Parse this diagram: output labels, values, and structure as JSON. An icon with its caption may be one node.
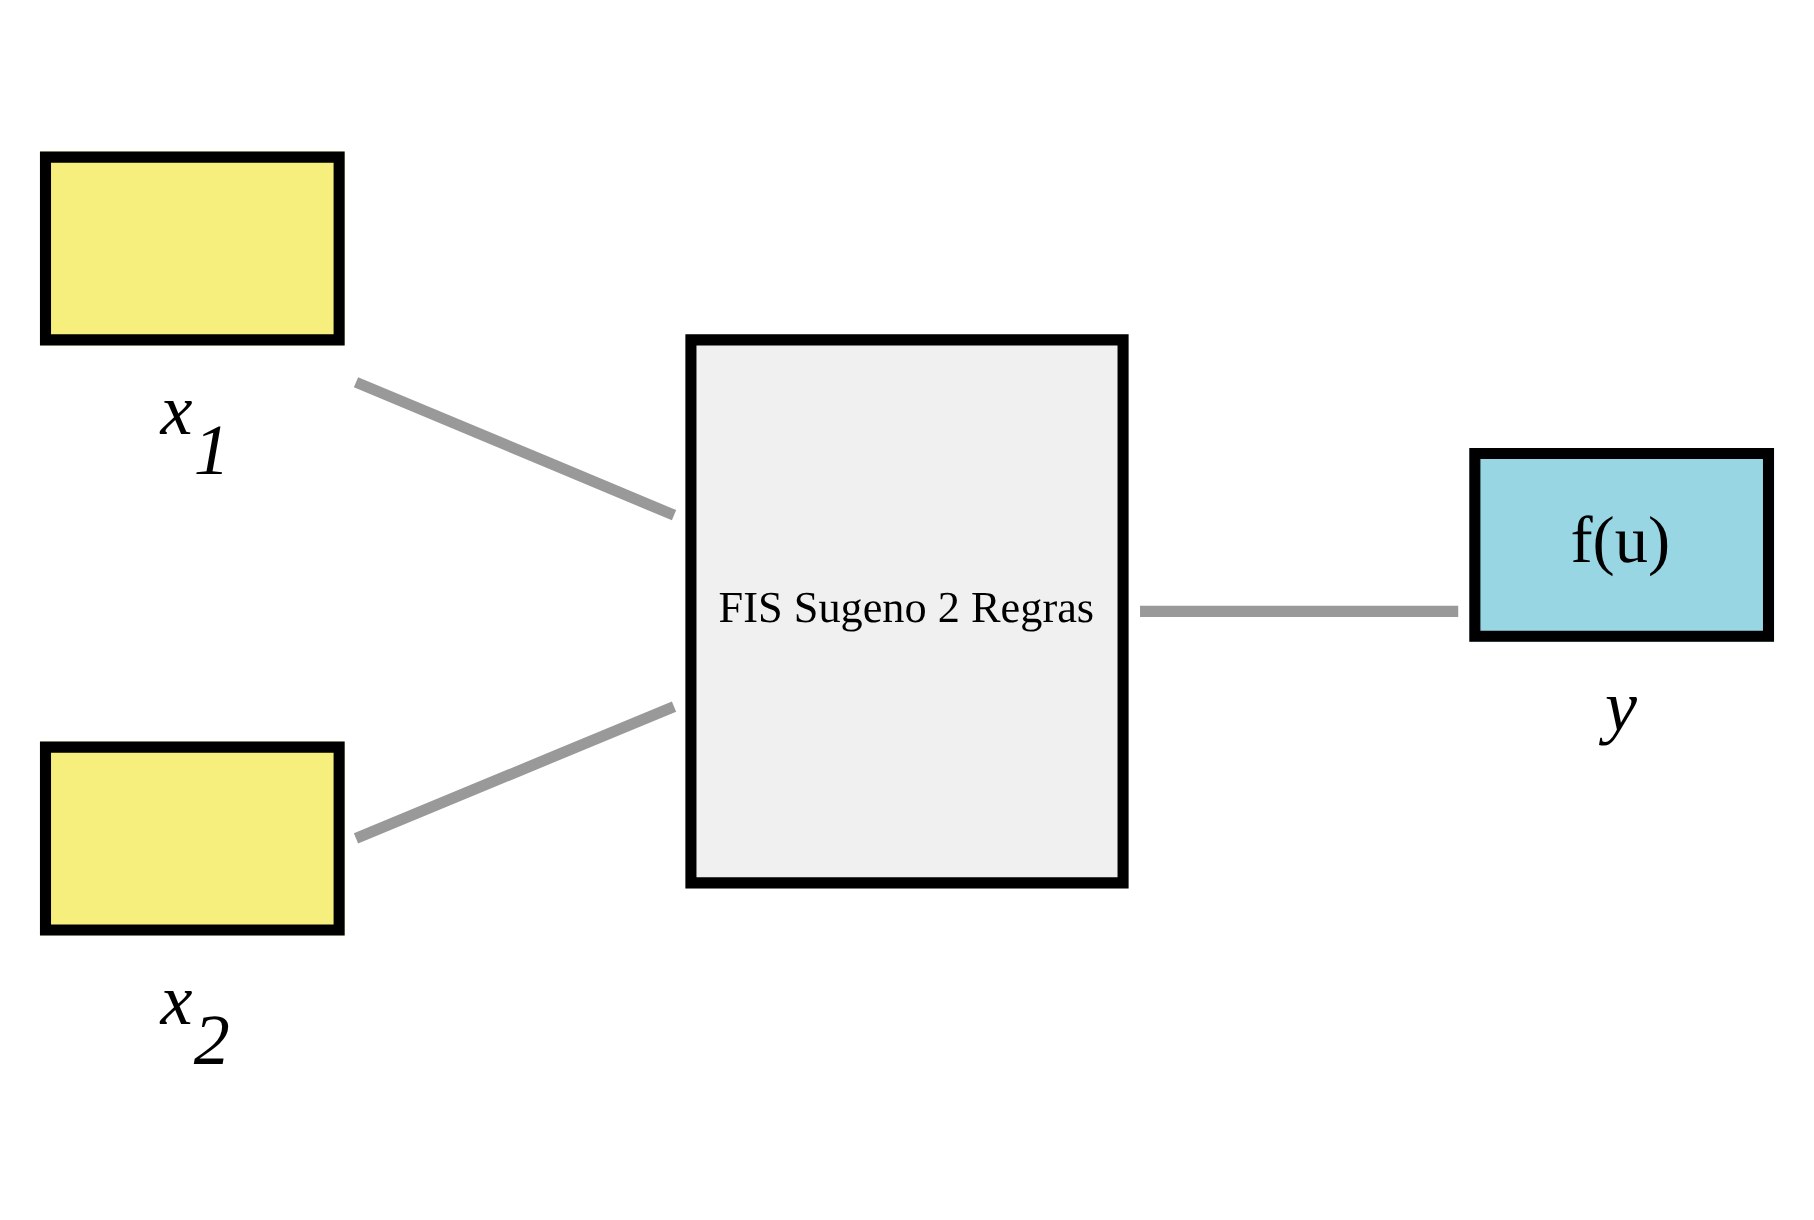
{
  "diagram": {
    "nodes": [
      {
        "text": [],
        "shape": "box",
        "beside": [
          "x$_{1}$"
        ]
      },
      {
        "text": [],
        "shape": "box",
        "beside": [
          "x$_{2}$"
        ]
      },
      {
        "text": [
          "FIS Sugeno 2 Regras"
        ]
      },
      {
        "text": [
          "f(u)"
        ],
        "beside": [
          "y"
        ]
      }
    ],
    "edges": [
      {
        "from": 0,
        "to": 2,
        "arrow": "none"
      },
      {
        "from": 1,
        "to": 2,
        "arrow": "none"
      },
      {
        "from": 2,
        "to": 3,
        "arrow": "none"
      }
    ]
  }
}
